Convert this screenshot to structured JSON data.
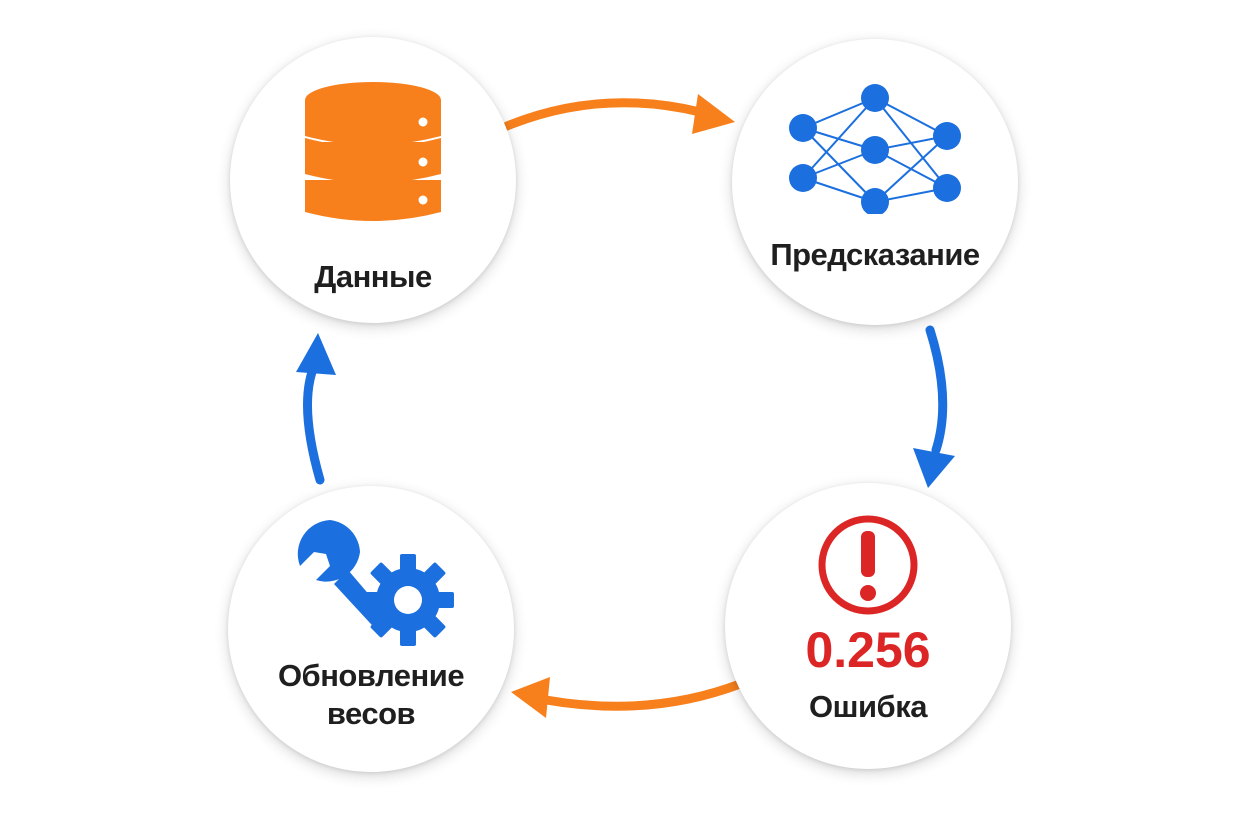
{
  "nodes": {
    "data": {
      "label": "Данные",
      "icon": "database-icon",
      "color": "#f7801c"
    },
    "prediction": {
      "label": "Предсказание",
      "icon": "neural-network-icon",
      "color": "#1b6fde"
    },
    "error": {
      "label": "Ошибка",
      "value": "0.256",
      "icon": "alert-circle-icon",
      "color": "#dc2626"
    },
    "update": {
      "label_line1": "Обновление",
      "label_line2": "весов",
      "icon": "wrench-gear-icon",
      "color": "#1b6fde"
    }
  },
  "arrow_colors": {
    "orange": "#f7801c",
    "blue": "#1b6fde"
  }
}
